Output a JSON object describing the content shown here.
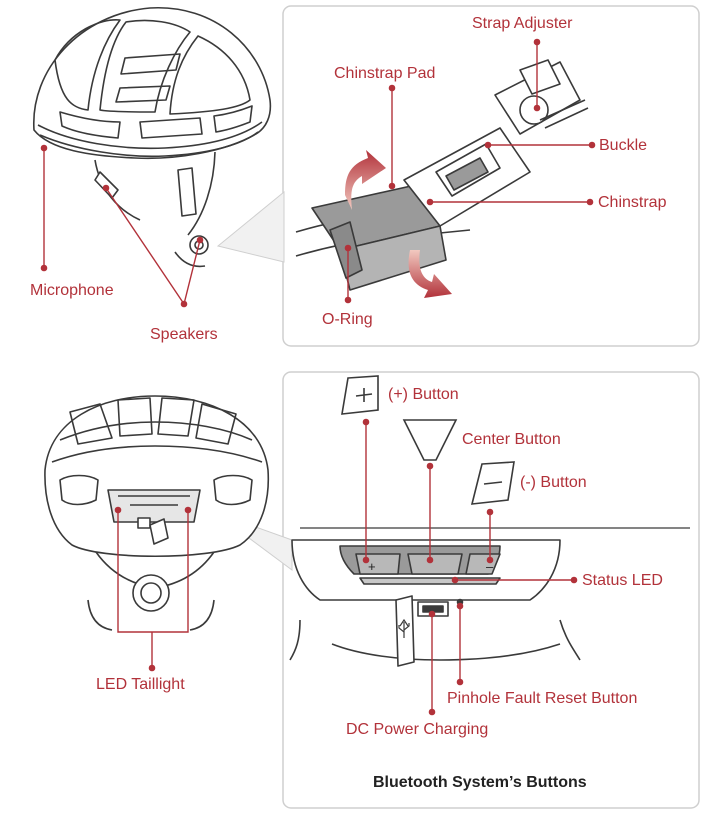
{
  "colors": {
    "accent": "#b2323a",
    "line": "#3a3a3a",
    "panel_border": "#cfcfcf",
    "fill_gray": "#9a9a9a"
  },
  "icons": [
    "helmet-front-icon",
    "helmet-rear-icon",
    "usb-icon",
    "plus-icon",
    "minus-icon",
    "triangle-icon"
  ],
  "top_diagram": {
    "labels": {
      "microphone": "Microphone",
      "speakers": "Speakers",
      "strap_adjuster": "Strap Adjuster",
      "chinstrap_pad": "Chinstrap Pad",
      "buckle": "Buckle",
      "chinstrap": "Chinstrap",
      "o_ring": "O-Ring"
    }
  },
  "bottom_diagram": {
    "labels": {
      "plus_button": "(+) Button",
      "center_button": "Center Button",
      "minus_button": "(-) Button",
      "status_led": "Status LED",
      "pinhole_reset": "Pinhole Fault Reset Button",
      "dc_power": "DC Power Charging",
      "led_taillight": "LED Taillight"
    },
    "caption": "Bluetooth System’s Buttons"
  }
}
